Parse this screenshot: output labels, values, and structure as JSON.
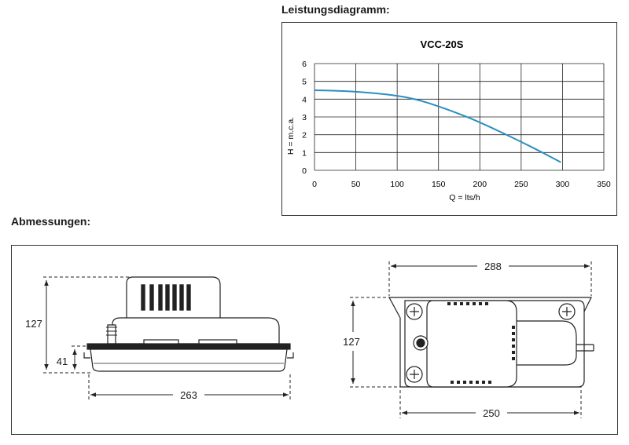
{
  "headings": {
    "performance": "Leistungsdiagramm:",
    "dimensions": "Abmessungen:"
  },
  "chart_data": {
    "type": "line",
    "title": "VCC-20S",
    "xlabel": "Q = lts/h",
    "ylabel": "H = m.c.a.",
    "xlim": [
      0,
      350
    ],
    "ylim": [
      0,
      6
    ],
    "xticks": [
      0,
      50,
      100,
      150,
      200,
      250,
      300,
      350
    ],
    "yticks": [
      0,
      1,
      2,
      3,
      4,
      5,
      6
    ],
    "grid": true,
    "line_color": "#2b8fbf",
    "series": [
      {
        "x": [
          0,
          25,
          50,
          75,
          100,
          125,
          150,
          175,
          200,
          225,
          250,
          275,
          298
        ],
        "y": [
          4.5,
          4.48,
          4.42,
          4.33,
          4.2,
          3.97,
          3.6,
          3.18,
          2.7,
          2.16,
          1.6,
          1.02,
          0.45
        ]
      }
    ]
  },
  "dimensions": {
    "side_height": "127",
    "side_base_height": "41",
    "side_length": "263",
    "top_width": "288",
    "top_height": "127",
    "top_base_width": "250"
  }
}
